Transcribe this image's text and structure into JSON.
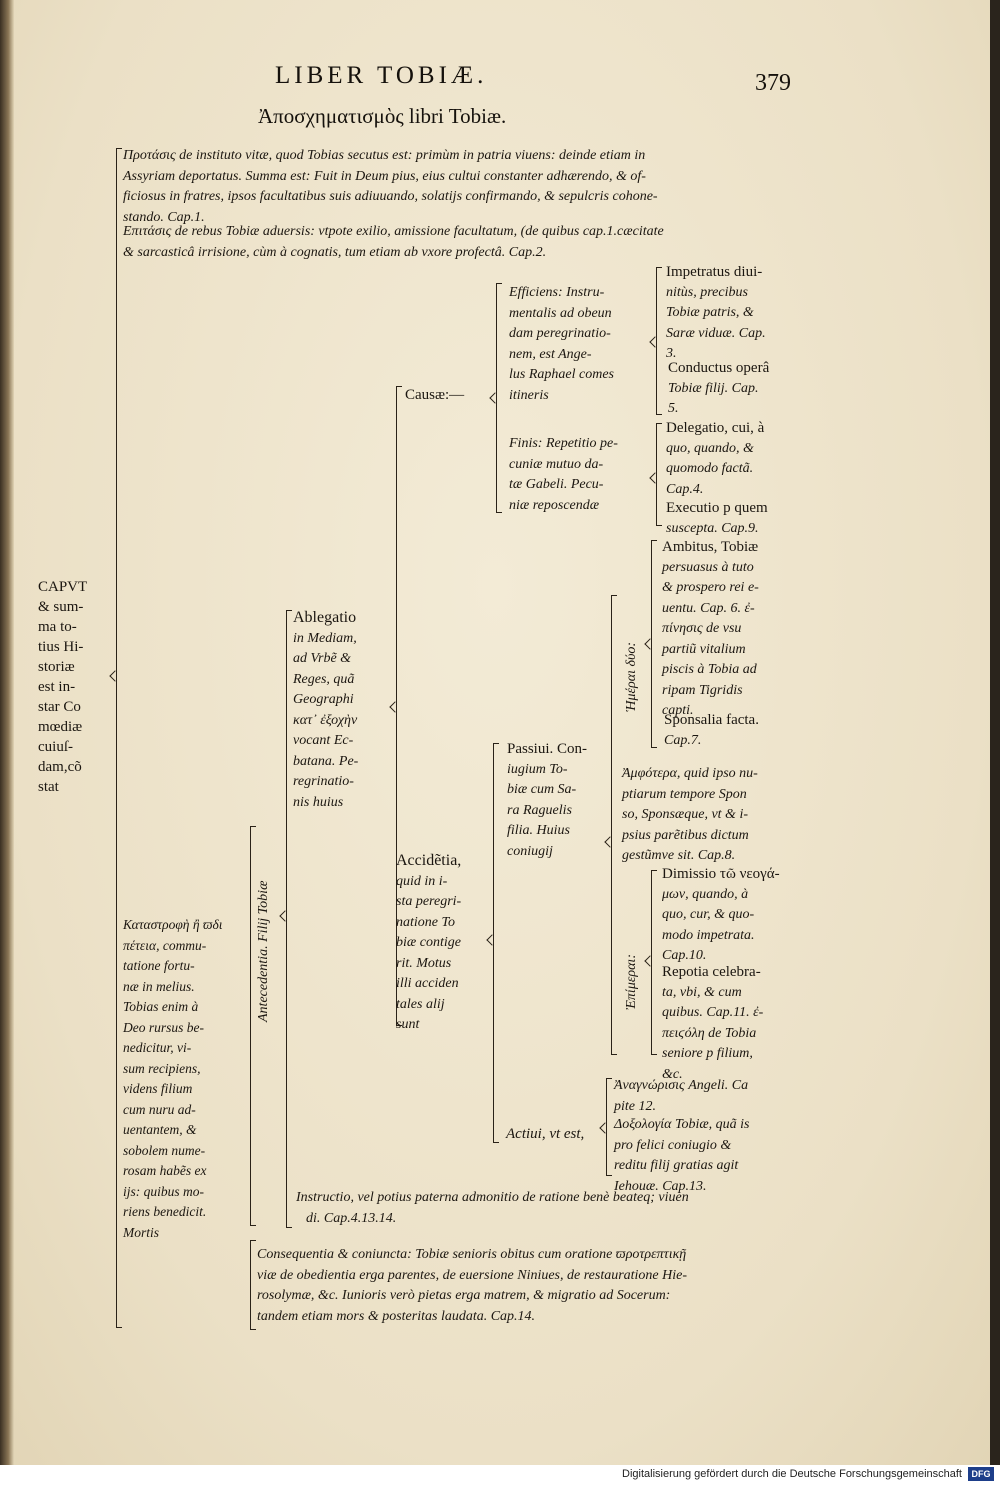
{
  "header": {
    "running_title": "LIBER TOBIÆ.",
    "page_number": "379",
    "subtitle": "Ἀποσχηματισμὸς libri Tobiæ."
  },
  "protasis": [
    "Προτάσις de instituto vitæ, quod Tobias secutus est: primùm in patria viuens: deinde etiam in",
    "Assyriam deportatus. Summa est: Fuit in Deum pius, eius cultui constanter adhærendo, & of-",
    "ficiosus in fratres, ipsos facultatibus suis adiuuando, solatijs confirmando, & sepulcris cohone-",
    "stando. Cap.1."
  ],
  "epitasis": [
    "Επιτάσις de rebus Tobiæ aduersis: vtpote exilio, amissione facultatum, (de quibus cap.1.cæcitate",
    "& sarcasticâ irrisione, cùm à cognatis, tum etiam ab vxore profectâ. Cap.2."
  ],
  "caput": [
    "CAPVT",
    "& sum-",
    "ma to-",
    "tius Hi-",
    "storiæ",
    "est in-",
    "star Co",
    "mœdiæ",
    "cuiuſ-",
    "dam,cõ",
    "stat"
  ],
  "catastrophe": [
    "Καταστροφὴ ἢ ϖδι",
    "πέτεια, commu-",
    "tatione fortu-",
    "næ in melius.",
    "Tobias enim à",
    "Deo rursus be-",
    "nedicitur, vi-",
    "sum recipiens,",
    "videns filium",
    "cum nuru ad-",
    "uentantem, &",
    "sobolem nume-",
    "rosam habẽs ex",
    "ijs: quibus mo-",
    "riens benedicit.",
    "Mortis"
  ],
  "antecedentia": "Antecedentia. Filij Tobiæ",
  "ablegatio": [
    "Ablegatio",
    "in Mediam,",
    "ad Vrbẽ &",
    "Reges, quã",
    "Geographi",
    "κατ᾽ ἐξοχὴν",
    "vocant Ec-",
    "batana. Pe-",
    "regrinatio-",
    "nis huius"
  ],
  "causae": "Causæ:—",
  "efficiens": [
    "Efficiens: Instru-",
    "mentalis ad obeun",
    "dam peregrinatio-",
    "nem, est Ange-",
    "lus Raphael comes",
    "itineris"
  ],
  "impetratus": [
    "Impetratus diui-",
    "nitùs, precibus",
    "Tobiæ patris, &",
    "Saræ viduæ. Cap.",
    "3."
  ],
  "conductus": [
    "Conductus operâ",
    "Tobiæ filij. Cap.",
    "5."
  ],
  "finis": [
    "Finis: Repetitio pe-",
    "cuniæ mutuo da-",
    "tæ Gabeli. Pecu-",
    "niæ reposcendæ"
  ],
  "delegatio": [
    "Delegatio, cui, à",
    "quo, quando, &",
    "quomodo factã.",
    "Cap.4."
  ],
  "executio": [
    "Executio p quem",
    "suscepta. Cap.9."
  ],
  "ambitus": [
    "Ambitus, Tobiæ",
    "persuasus à tuto",
    "& prospero rei e-",
    "uentu. Cap. 6. ἐ-",
    "πίνησις de vsu",
    "partiũ vitalium",
    "piscis à Tobia ad",
    "ripam Tigridis",
    "capti."
  ],
  "sponsalia": [
    "Sponsalia facta.",
    "Cap.7."
  ],
  "hemerai": "Ἡμέραι δύο:",
  "passiui": [
    "Passiui. Con-",
    "iugium To-",
    "biæ cum Sa-",
    "ra Raguelis",
    "filia. Huius",
    "coniugij"
  ],
  "amphoteron": [
    "Ἀμφότερα, quid ipso nu-",
    "ptiarum tempore Spon",
    "so, Sponsæque, vt & i-",
    "psius parẽtibus dictum",
    "gestũmve sit. Cap.8."
  ],
  "accidentia": [
    "Accidẽtia,",
    "quid in i-",
    "sta peregri-",
    "natione To",
    "biæ contige",
    "rit. Motus",
    "illi acciden",
    "tales alij",
    "sunt"
  ],
  "dimissio": [
    "Dimissio τῶ νεογά-",
    "μων, quando, à",
    "quo, cur, & quo-",
    "modo impetrata.",
    "Cap.10."
  ],
  "repotia": [
    "Repotia celebra-",
    "ta, vbi, & cum",
    "quibus. Cap.11. ἐ-",
    "πειϛόλη de Tobia",
    "seniore p filium,",
    "&c."
  ],
  "epimera": "Ἐπίμεραι:",
  "anagnorisis": [
    "Ἀναγνώρισις Angeli. Ca",
    "pite 12."
  ],
  "doxologia": [
    "Δοξολογία Tobiæ, quã is",
    "pro felici coniugio &",
    "reditu filij gratias agit",
    "Iehouæ. Cap.13."
  ],
  "actiui": "Actiui, vt est,",
  "instructio": [
    "Instructio, vel potius paterna admonitio de ratione benè beateq; viuen",
    "di. Cap.4.13.14."
  ],
  "consequentia": [
    "Consequentia & coniuncta: Tobiæ senioris obitus cum oratione ϖροτρεπτικῇ",
    "viæ de obedientia erga parentes, de euersione Niniues, de restauratione Hie-",
    "rosolymæ, &c. Iunioris verò pietas erga matrem, & migratio ad Socerum:",
    "tandem etiam mors & posteritas laudata. Cap.14."
  ],
  "footer": {
    "credit": "Digitalisierung gefördert durch die Deutsche Forschungsgemeinschaft",
    "logo": "DFG"
  }
}
